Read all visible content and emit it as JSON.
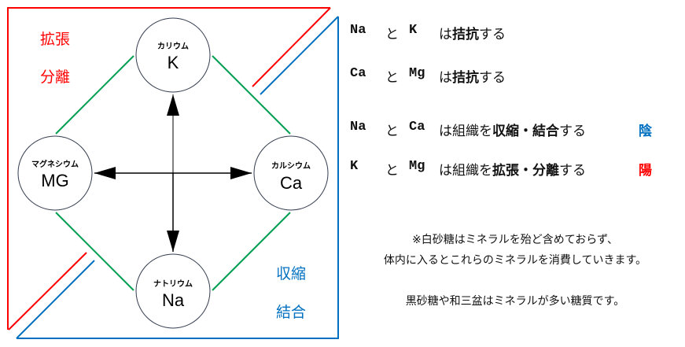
{
  "diagram": {
    "left_labels": [
      "拡張",
      "分離"
    ],
    "right_labels": [
      "収縮",
      "結合"
    ],
    "nodes": {
      "top": {
        "kana": "カリウム",
        "symbol": "K"
      },
      "left": {
        "kana": "マグネシウム",
        "symbol": "MG"
      },
      "right": {
        "kana": "カルシウム",
        "symbol": "Ca"
      },
      "bottom": {
        "kana": "ナトリウム",
        "symbol": "Na"
      }
    },
    "colors": {
      "expand": "#ff0000",
      "contract": "#0070c0",
      "link": "#00a050"
    }
  },
  "statements": [
    {
      "a": "Na",
      "to": "と",
      "b": "K",
      "ha": "は",
      "bold": "拮抗",
      "tail": "する",
      "tag": ""
    },
    {
      "a": "Ca",
      "to": "と",
      "b": "Mg",
      "ha": "は",
      "bold": "拮抗",
      "tail": "する",
      "tag": ""
    },
    {
      "a": "Na",
      "to": "と",
      "b": "Ca",
      "ha": "は組織を",
      "bold": "収縮・結合",
      "tail": "する",
      "tag": "陰"
    },
    {
      "a": "K",
      "to": "と",
      "b": "Mg",
      "ha": "は組織を",
      "bold": "拡張・分離",
      "tail": "する",
      "tag": "陽"
    }
  ],
  "notes": [
    "※白砂糖はミネラルを殆ど含めておらず、",
    "体内に入るとこれらのミネラルを消費していきます。",
    "黒砂糖や和三盆はミネラルが多い糖質です。"
  ]
}
